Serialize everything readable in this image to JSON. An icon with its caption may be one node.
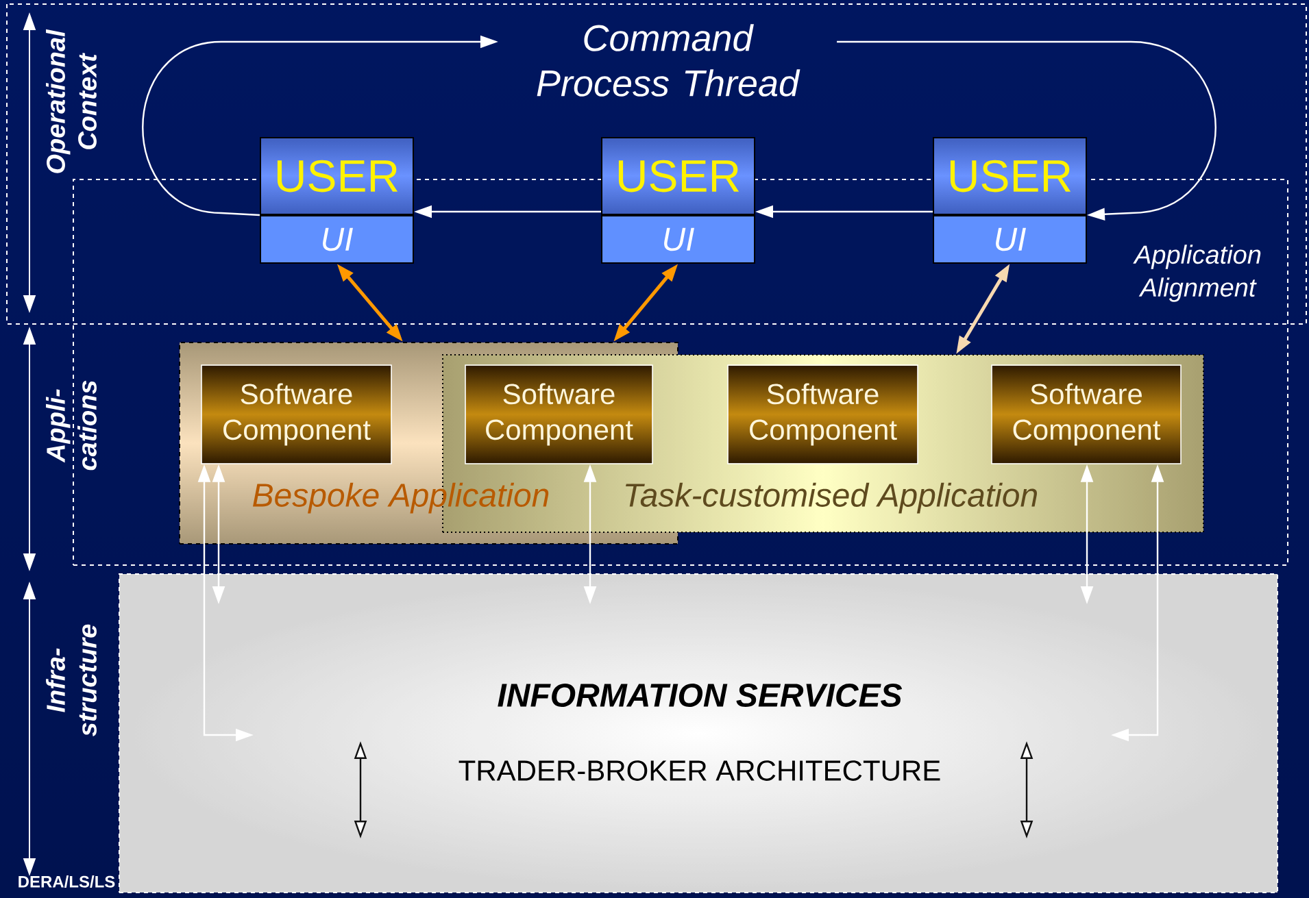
{
  "diagram": {
    "nodes": [
      {
        "text": [
          "Application Alignment"
        ]
      },
      {
        "text": [
          "Command Process Thread"
        ]
      },
      {
        "text": [
          "USER"
        ]
      },
      {
        "text": [
          "UI"
        ],
        "in": 0
      },
      {
        "text": [
          "USER"
        ]
      },
      {
        "text": [
          "UI"
        ],
        "in": 0
      },
      {
        "text": [
          "USER"
        ]
      },
      {
        "text": [
          "UI"
        ],
        "in": 0
      },
      {
        "text": [
          "Bespoke Application"
        ],
        "in": 0
      },
      {
        "text": [
          "Task-customised Application"
        ],
        "in": 0
      },
      {
        "text": [
          "Software Component"
        ],
        "in": 8
      },
      {
        "text": [
          "Software Component"
        ]
      },
      {
        "text": [
          "Software Component"
        ],
        "in": 9
      },
      {
        "text": [
          "Software Component"
        ],
        "in": 9
      },
      {
        "text": [
          "INFORMATION SERVICES",
          "TRADER-BROKER ARCHITECTURE"
        ]
      }
    ],
    "edges": [
      {
        "from": 2,
        "to": 1,
        "arrow": "to"
      },
      {
        "from": 1,
        "to": 6,
        "arrow": "to"
      },
      {
        "from": 6,
        "to": 4,
        "arrow": "to"
      },
      {
        "from": 4,
        "to": 2,
        "arrow": "to"
      },
      {
        "from": 3,
        "to": 8,
        "arrow": "both",
        "color": "#ff9900"
      },
      {
        "from": 5,
        "to": 8,
        "arrow": "both",
        "color": "#ff9900"
      },
      {
        "from": 7,
        "to": 9,
        "arrow": "both",
        "color": "#f7d9b0"
      },
      {
        "from": 10,
        "to": 14,
        "arrow": "both"
      },
      {
        "from": 10,
        "to": 14,
        "arrow": "both"
      },
      {
        "from": 11,
        "to": 14,
        "arrow": "both"
      },
      {
        "from": 13,
        "to": 14,
        "arrow": "both"
      },
      {
        "from": 13,
        "to": 14,
        "arrow": "both"
      }
    ],
    "labels": [
      "Operational Context",
      "Appli- cations",
      "Infra- structure",
      "DERA/LS/LS"
    ]
  }
}
